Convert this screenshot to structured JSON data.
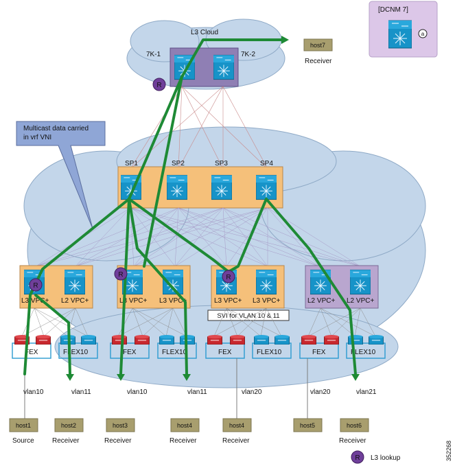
{
  "legend_box": {
    "title": "[DCNM 7]",
    "badge": "a"
  },
  "cloud": {
    "title": "L3 Cloud"
  },
  "core": {
    "left_label": "7K-1",
    "right_label": "7K-2"
  },
  "callout": {
    "line1": "Multicast data carried",
    "line2": "in vrf VNI"
  },
  "spines": [
    "SP1",
    "SP2",
    "SP3",
    "SP4"
  ],
  "pod_labels": {
    "p1_left": "L3 VPC+",
    "p1_right": "L2 VPC+",
    "p2_left": "L3 VPC+",
    "p2_right": "L3 VPC+",
    "p3_left": "L3 VPC+",
    "p3_right": "L3 VPC+",
    "p4_left": "L2 VPC+",
    "p4_right": "L2 VPC+"
  },
  "svi_note": "SVI for VLAN 10 & 11",
  "fex_labels": [
    "FEX",
    "FLEX10",
    "FEX",
    "FLEX10",
    "FEX",
    "FLEX10",
    "FEX",
    "FLEX10"
  ],
  "vlans": [
    "vlan10",
    "vlan11",
    "vlan10",
    "vlan11",
    "vlan20",
    "vlan20",
    "vlan21"
  ],
  "hosts": [
    {
      "name": "host1",
      "role": "Source"
    },
    {
      "name": "host2",
      "role": "Receiver"
    },
    {
      "name": "host3",
      "role": "Receiver"
    },
    {
      "name": "host4",
      "role": "Receiver"
    },
    {
      "name": "host4",
      "role": "Receiver"
    },
    {
      "name": "host5",
      "role": ""
    },
    {
      "name": "host6",
      "role": "Receiver"
    }
  ],
  "top_host": {
    "name": "host7",
    "role": "Receiver"
  },
  "r_marker": "R",
  "legend": {
    "marker": "R",
    "text": "L3 lookup"
  },
  "figure_id": "352268",
  "colors": {
    "path_green": "#1e8a35",
    "device_blue": "#1793c8",
    "pod_orange": "#f5c07a",
    "pod_purple": "#b9a6cf",
    "cloud": "#c3d6ea",
    "host_box": "#a89e6e",
    "r_purple": "#6f3f9a"
  }
}
